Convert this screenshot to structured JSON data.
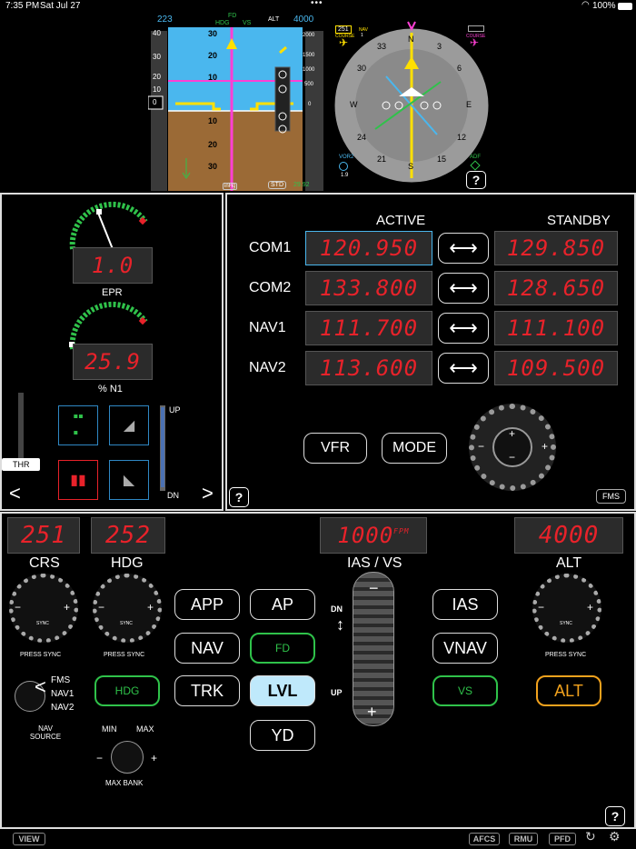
{
  "status_bar": {
    "time": "7:35 PM",
    "date": "Sat Jul 27",
    "battery": "100%"
  },
  "pfd": {
    "speed_bug": "223",
    "mode_fd": "FD",
    "mode_hdg": "HDG",
    "mode_vs": "VS",
    "mode_alt": "ALT",
    "alt_bug": "4000",
    "pitch_labels": [
      "30",
      "20",
      "10",
      "10",
      "20",
      "30"
    ],
    "speed_tape": [
      "40",
      "30",
      "20",
      "10",
      "0"
    ],
    "alt_tape": [
      "2000",
      "1500",
      "1000",
      "500",
      "0"
    ],
    "baro": "29.92",
    "std": "STD",
    "inhg": "inHg"
  },
  "hsi": {
    "course": "251",
    "course_label": "COURSE",
    "nav_label": "NAV",
    "nav_num": "1",
    "course2_label": "COURSE",
    "vor_label": "VOR2",
    "vor_val": "1.9",
    "adf_label": "ADF",
    "compass": [
      "N",
      "3",
      "6",
      "E",
      "12",
      "15",
      "S",
      "21",
      "24",
      "W",
      "30",
      "33"
    ]
  },
  "engine": {
    "epr_value": "1.0",
    "epr_label": "EPR",
    "n1_value": "25.9",
    "n1_label": "% N1",
    "thr_label": "THR",
    "up_label": "UP",
    "dn_label": "DN",
    "prev": "<",
    "next": ">"
  },
  "radio": {
    "active_header": "ACTIVE",
    "standby_header": "STANDBY",
    "rows": [
      {
        "name": "COM1",
        "active": "120.950",
        "standby": "129.850"
      },
      {
        "name": "COM2",
        "active": "133.800",
        "standby": "128.650"
      },
      {
        "name": "NAV1",
        "active": "111.700",
        "standby": "111.100"
      },
      {
        "name": "NAV2",
        "active": "113.600",
        "standby": "109.500"
      }
    ],
    "vfr": "VFR",
    "mode": "MODE",
    "fms": "FMS"
  },
  "autopilot": {
    "crs_value": "251",
    "crs_label": "CRS",
    "hdg_value": "252",
    "hdg_label": "HDG",
    "vs_value": "1000",
    "vs_unit": "FPM",
    "ias_vs_label": "IAS / VS",
    "alt_value": "4000",
    "alt_label": "ALT",
    "press_sync": "PRESS SYNC",
    "sync": "SYNC",
    "buttons": {
      "app": "APP",
      "ap": "AP",
      "nav": "NAV",
      "fd": "FD",
      "hdg": "HDG",
      "trk": "TRK",
      "lvl": "LVL",
      "yd": "YD",
      "ias": "IAS",
      "vnav": "VNAV",
      "vs": "VS",
      "alt": "ALT"
    },
    "nav_source": {
      "fms": "FMS",
      "nav1": "NAV1",
      "nav2": "NAV2",
      "label": "NAV SOURCE"
    },
    "bank": {
      "min": "MIN",
      "max": "MAX",
      "label": "MAX BANK"
    },
    "dn": "DN",
    "up": "UP"
  },
  "bottom": {
    "view": "VIEW",
    "afcs": "AFCS",
    "rmu": "RMU",
    "pfd": "PFD"
  },
  "help": "?",
  "colors": {
    "segment_red": "#e8222a",
    "sky": "#4ab7ee",
    "ground": "#9b6a36",
    "green": "#2fc24a",
    "orange": "#f2a21d",
    "cyan_fill": "#bfe9fb"
  }
}
